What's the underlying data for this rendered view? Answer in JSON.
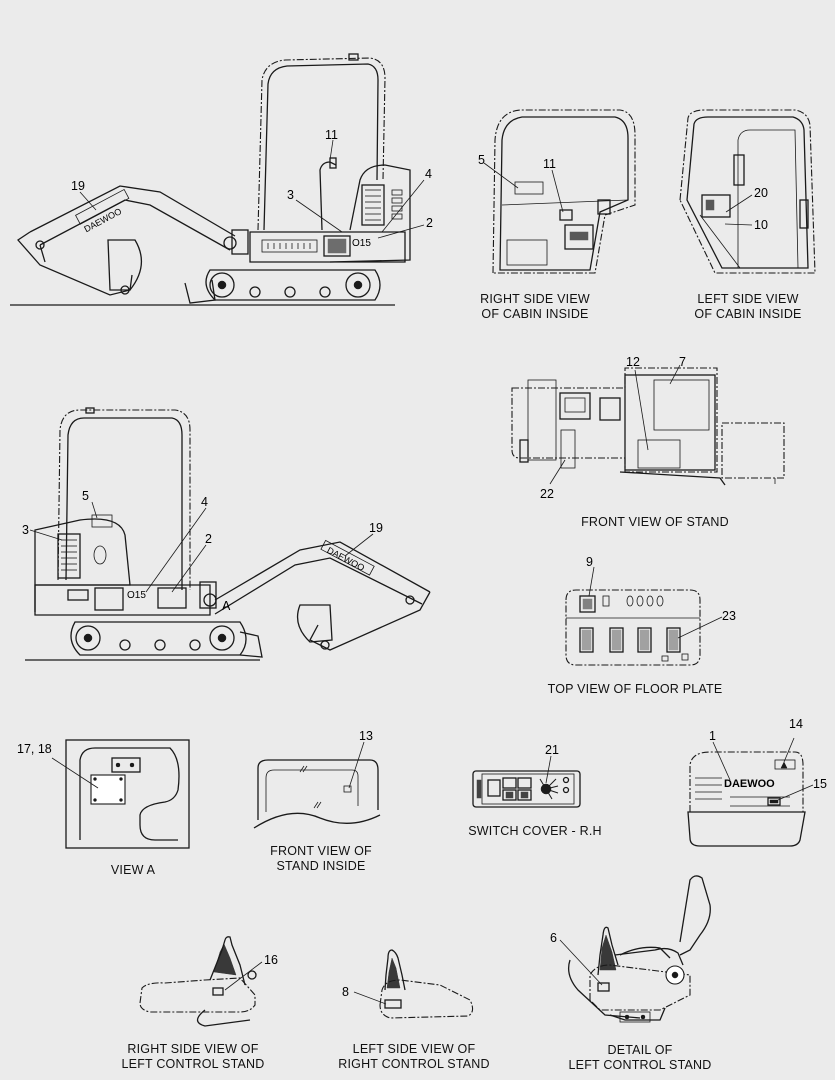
{
  "captions": {
    "right_cabin": [
      "RIGHT SIDE VIEW",
      "OF CABIN INSIDE"
    ],
    "left_cabin": [
      "LEFT SIDE VIEW",
      "OF CABIN INSIDE"
    ],
    "front_stand": "FRONT VIEW OF STAND",
    "floor_plate": "TOP VIEW OF FLOOR PLATE",
    "view_a": "VIEW  A",
    "stand_inside": [
      "FRONT VIEW OF",
      "STAND INSIDE"
    ],
    "switch_cover": "SWITCH COVER - R.H",
    "right_side_left_stand": [
      "RIGHT SIDE VIEW OF",
      "LEFT CONTROL STAND"
    ],
    "left_side_right_stand": [
      "LEFT SIDE VIEW OF",
      "RIGHT CONTROL STAND"
    ],
    "detail_left_stand": [
      "DETAIL OF",
      "LEFT CONTROL STAND"
    ]
  },
  "callouts": {
    "side_right": {
      "n11": "11",
      "n19": "19",
      "n3": "3",
      "n4": "4",
      "n2": "2"
    },
    "cabin_right": {
      "n5": "5",
      "n11": "11"
    },
    "cabin_left": {
      "n20": "20",
      "n10": "10"
    },
    "stand": {
      "n12": "12",
      "n7": "7",
      "n22": "22"
    },
    "side_left": {
      "n5": "5",
      "n3": "3",
      "n4": "4",
      "n2": "2",
      "n19": "19",
      "markA": "A"
    },
    "floor": {
      "n9": "9",
      "n23": "23"
    },
    "view_a": {
      "n1718": "17, 18"
    },
    "stand_inside": {
      "n13": "13"
    },
    "switch": {
      "n21": "21"
    },
    "panel": {
      "n1": "1",
      "n14": "14",
      "n15": "15"
    },
    "stands": {
      "n16": "16",
      "n8": "8",
      "n6": "6"
    }
  },
  "decals": {
    "brand": "DAEWOO",
    "model": "O15"
  }
}
